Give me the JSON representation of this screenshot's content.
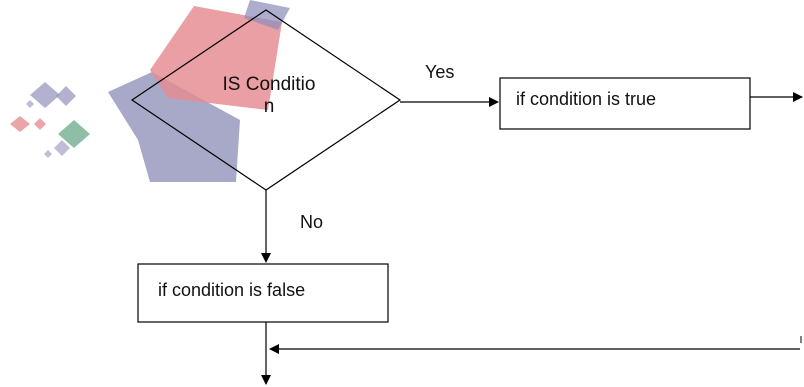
{
  "decision": {
    "text": "IS Condition"
  },
  "edges": {
    "yes_label": "Yes",
    "no_label": "No"
  },
  "process_true": {
    "text": "if condition is true"
  },
  "process_false": {
    "text": "if condition is false"
  },
  "watermark": {
    "name": "faded-logo-watermark",
    "colors": [
      "#e07a80",
      "#7f7fb0",
      "#5aa07a"
    ]
  },
  "colors": {
    "stroke": "#000000",
    "text": "#111111"
  }
}
